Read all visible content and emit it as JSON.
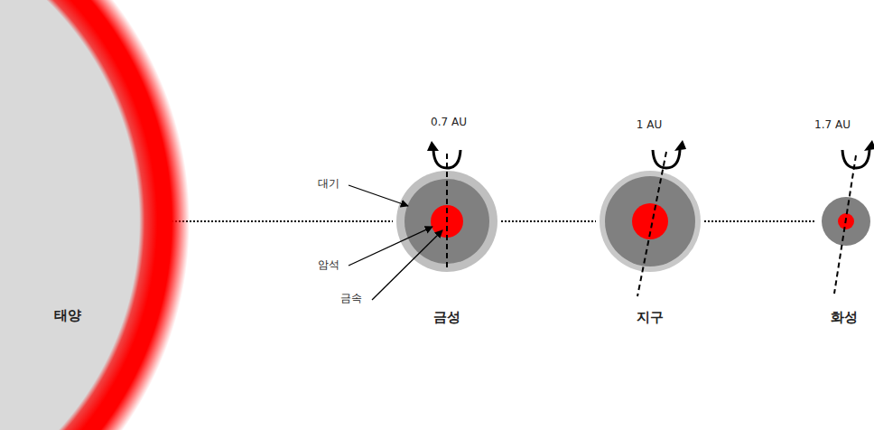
{
  "diagram": {
    "nodes": [
      {
        "text": [
          "태양"
        ]
      },
      {
        "text": [
          "금성"
        ]
      },
      {
        "text": [
          "지구"
        ]
      },
      {
        "text": [
          "화성"
        ]
      }
    ],
    "edges": [
      {
        "from": 0,
        "to": 1,
        "arrow": "none"
      },
      {
        "from": 1,
        "to": 2,
        "arrow": "none"
      },
      {
        "from": 2,
        "to": 3,
        "arrow": "none"
      }
    ],
    "labels": [
      "0.7 AU",
      "1 AU",
      "1.7 AU",
      "대기",
      "암석",
      "금속"
    ]
  }
}
